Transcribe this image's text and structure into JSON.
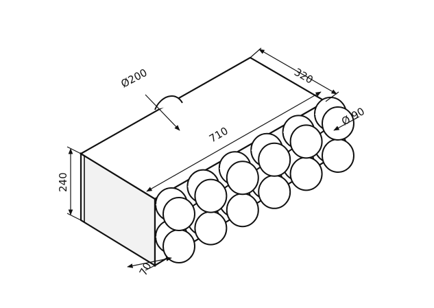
{
  "diagram": {
    "colors": {
      "stroke": "#111111",
      "face_fill": "#f7f7f7",
      "side_fill": "#efefef",
      "text": "#111111"
    },
    "dimensions": {
      "top_connector_diameter": "Ø200",
      "length": "710",
      "depth": "320",
      "outlet_diameter": "Ø 90",
      "height": "240",
      "outlet_offset": "70"
    },
    "outlets": {
      "rows": 2,
      "per_row": 6
    }
  }
}
